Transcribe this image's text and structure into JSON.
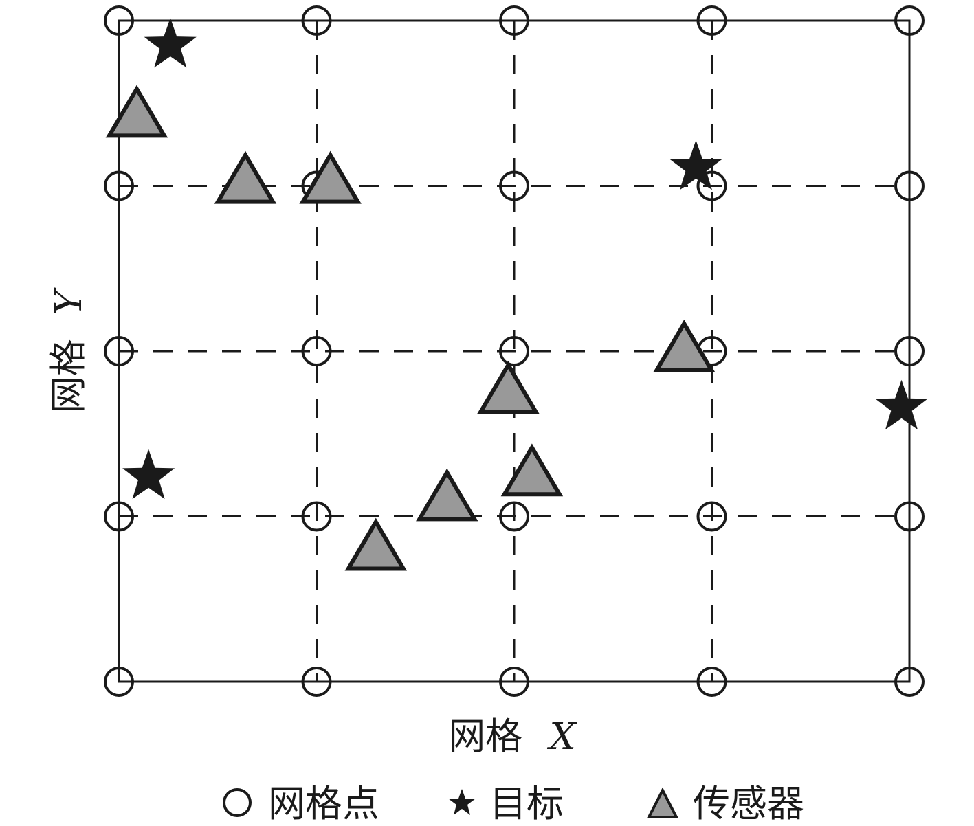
{
  "axes": {
    "x_label": "网格",
    "x_var": "X",
    "y_label": "网格",
    "y_var": "Y"
  },
  "legend": {
    "items": [
      {
        "key": "grid_point",
        "label": "网格点",
        "marker": "circle"
      },
      {
        "key": "target",
        "label": "目标",
        "marker": "star"
      },
      {
        "key": "sensor",
        "label": "传感器",
        "marker": "triangle"
      }
    ]
  },
  "colors": {
    "line": "#1a1a1a",
    "sensor_fill": "#999999",
    "target_fill": "#1a1a1a",
    "background": "#ffffff"
  },
  "chart_data": {
    "type": "scatter",
    "grid": {
      "columns": 5,
      "rows": 5,
      "cells_x": 4,
      "cells_y": 4
    },
    "xlim": [
      0,
      4
    ],
    "ylim": [
      0,
      4
    ],
    "series": [
      {
        "name": "网格点",
        "marker": "circle",
        "points": [
          [
            0,
            0
          ],
          [
            1,
            0
          ],
          [
            2,
            0
          ],
          [
            3,
            0
          ],
          [
            4,
            0
          ],
          [
            0,
            1
          ],
          [
            1,
            1
          ],
          [
            2,
            1
          ],
          [
            3,
            1
          ],
          [
            4,
            1
          ],
          [
            0,
            2
          ],
          [
            1,
            2
          ],
          [
            2,
            2
          ],
          [
            3,
            2
          ],
          [
            4,
            2
          ],
          [
            0,
            3
          ],
          [
            1,
            3
          ],
          [
            2,
            3
          ],
          [
            3,
            3
          ],
          [
            4,
            3
          ],
          [
            0,
            4
          ],
          [
            1,
            4
          ],
          [
            2,
            4
          ],
          [
            3,
            4
          ],
          [
            4,
            4
          ]
        ]
      },
      {
        "name": "目标",
        "marker": "star",
        "points": [
          [
            0.26,
            3.85
          ],
          [
            2.92,
            3.11
          ],
          [
            0.15,
            1.24
          ],
          [
            3.96,
            1.66
          ]
        ]
      },
      {
        "name": "传感器",
        "marker": "triangle",
        "points": [
          [
            0.09,
            3.4
          ],
          [
            0.64,
            3.0
          ],
          [
            1.07,
            3.0
          ],
          [
            2.86,
            1.98
          ],
          [
            1.97,
            1.73
          ],
          [
            2.09,
            1.23
          ],
          [
            1.66,
            1.08
          ],
          [
            1.3,
            0.78
          ]
        ]
      }
    ]
  }
}
